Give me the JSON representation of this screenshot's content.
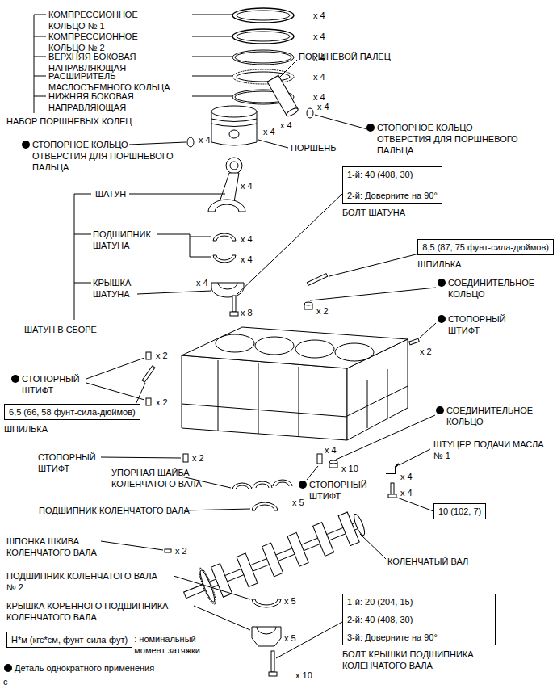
{
  "diagram": {
    "nodes": [
      {
        "text": [
          "1-й: 40 (408, 30)",
          "2-й: Доверните на 90°",
          "БОЛТ ШАТУНА"
        ]
      },
      {
        "text": [
          "8,5 (87, 75 фунт-сила-дюймов)",
          "ШПИЛЬКА"
        ]
      },
      {
        "text": [
          "6,5 (66, 58 фунт-сила-дюймов)",
          "ШПИЛЬКА"
        ]
      },
      {
        "text": [
          "10 (102, 7)"
        ]
      },
      {
        "text": [
          "1-й: 20 (204, 15)",
          "2-й: 40 (408, 30)",
          "3-й: Доверните на 90°",
          "БОЛТ КРЫШКИ ПОДШИПНИКА КОЛЕНЧАТОГО ВАЛА"
        ]
      },
      {
        "text": [
          "Н*м (кгс*см, фунт-сила-фут)",
          ": номинальный момент затяжки"
        ]
      }
    ],
    "labels": [
      "КОМПРЕССИОННОЕ КОЛЬЦО № 1",
      "x 4",
      "КОМПРЕССИОННОЕ КОЛЬЦО № 2",
      "x 4",
      "ВЕРХНЯЯ БОКОВАЯ НАПРАВЛЯЮЩАЯ",
      "x 4",
      "РАСШИРИТЕЛЬ МАСЛОСЪЕМНОГО КОЛЬЦА",
      "x 4",
      "НИЖНЯЯ БОКОВАЯ НАПРАВЛЯЮЩАЯ",
      "x 4",
      "НАБОР ПОРШНЕВЫХ КОЛЕЦ",
      "ПОРШНЕВОЙ ПАЛЕЦ",
      "x 4",
      "x 4",
      "СТОПОРНОЕ КОЛЬЦО ОТВЕРСТИЯ ДЛЯ ПОРШНЕВОГО ПАЛЬЦА",
      "x 4",
      "x 4",
      "СТОПОРНОЕ КОЛЬЦО ОТВЕРСТИЯ ДЛЯ ПОРШНЕВОГО ПАЛЬЦА",
      "ПОРШЕНЬ",
      "x 4",
      "ШАТУН",
      "ПОДШИПНИК ШАТУНА",
      "x 4",
      "x 4",
      "КРЫШКА ШАТУНА",
      "x 4",
      "x 8",
      "ШАТУН В СБОРЕ",
      "СОЕДИНИТЕЛЬНОЕ КОЛЬЦО",
      "x 2",
      "СТОПОРНЫЙ ШТИФТ",
      "x 2",
      "x 2",
      "СТОПОРНЫЙ ШТИФТ",
      "x 2",
      "СОЕДИНИТЕЛЬНОЕ КОЛЬЦО",
      "x 4",
      "x 10",
      "ШТУЦЕР ПОДАЧИ МАСЛА № 1",
      "x 4",
      "x 4",
      "СТОПОРНЫЙ ШТИФТ",
      "x 2",
      "УПОРНАЯ ШАЙБА КОЛЕНЧАТОГО ВАЛА",
      "СТОПОРНЫЙ ШТИФТ",
      "x 5",
      "ПОДШИПНИК КОЛЕНЧАТОГО ВАЛА",
      "ШПОНКА ШКИВА КОЛЕНЧАТОГО ВАЛА",
      "x 2",
      "КОЛЕНЧАТЫЙ ВАЛ",
      "ПОДШИПНИК КОЛЕНЧАТОГО ВАЛА № 2",
      "x 5",
      "КРЫШКА КОРЕННОГО ПОДШИПНИКА КОЛЕНЧАТОГО ВАЛА",
      "x 5",
      "x 10",
      "c"
    ],
    "legend": [
      {
        "text": "Деталь однократного применения"
      }
    ]
  }
}
